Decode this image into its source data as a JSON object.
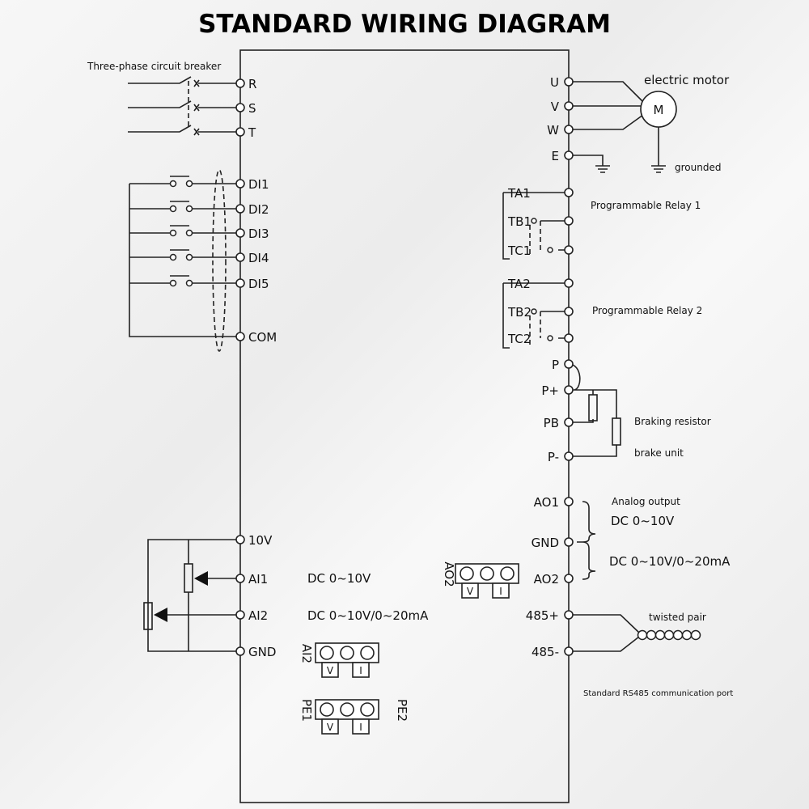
{
  "title": "STANDARD WIRING DIAGRAM",
  "left": {
    "breaker_label": "Three-phase circuit breaker",
    "power": [
      "R",
      "S",
      "T"
    ],
    "digital": [
      "DI1",
      "DI2",
      "DI3",
      "DI4",
      "DI5",
      "COM"
    ],
    "analog": [
      "10V",
      "AI1",
      "AI2",
      "GND"
    ],
    "ai1_note": "DC 0~10V",
    "ai2_note": "DC 0~10V/0~20mA"
  },
  "right": {
    "motor": [
      "U",
      "V",
      "W",
      "E"
    ],
    "motor_label": "electric motor",
    "motor_symbol": "M",
    "ground_label": "grounded",
    "relay1": [
      "TA1",
      "TB1",
      "TC1"
    ],
    "relay1_label": "Programmable Relay 1",
    "relay2": [
      "TA2",
      "TB2",
      "TC2"
    ],
    "relay2_label": "Programmable Relay 2",
    "brake": [
      "P",
      "P+",
      "PB",
      "P-"
    ],
    "brake_resistor_label": "Braking resistor",
    "brake_unit_label": "brake unit",
    "analog_out": [
      "AO1",
      "GND",
      "AO2"
    ],
    "analog_out_label": "Analog output",
    "ao1_note": "DC 0~10V",
    "ao2_note": "DC 0~10V/0~20mA",
    "rs485": [
      "485+",
      "485-"
    ],
    "twisted_label": "twisted pair",
    "rs485_label": "Standard RS485 communication port"
  },
  "jumpers": {
    "ao2": {
      "name": "AO2",
      "v": "V",
      "i": "I"
    },
    "ai2": {
      "name": "AI2",
      "v": "V",
      "i": "I"
    },
    "pe": {
      "name1": "PE1",
      "name2": "PE2",
      "v": "V",
      "i": "I"
    }
  }
}
